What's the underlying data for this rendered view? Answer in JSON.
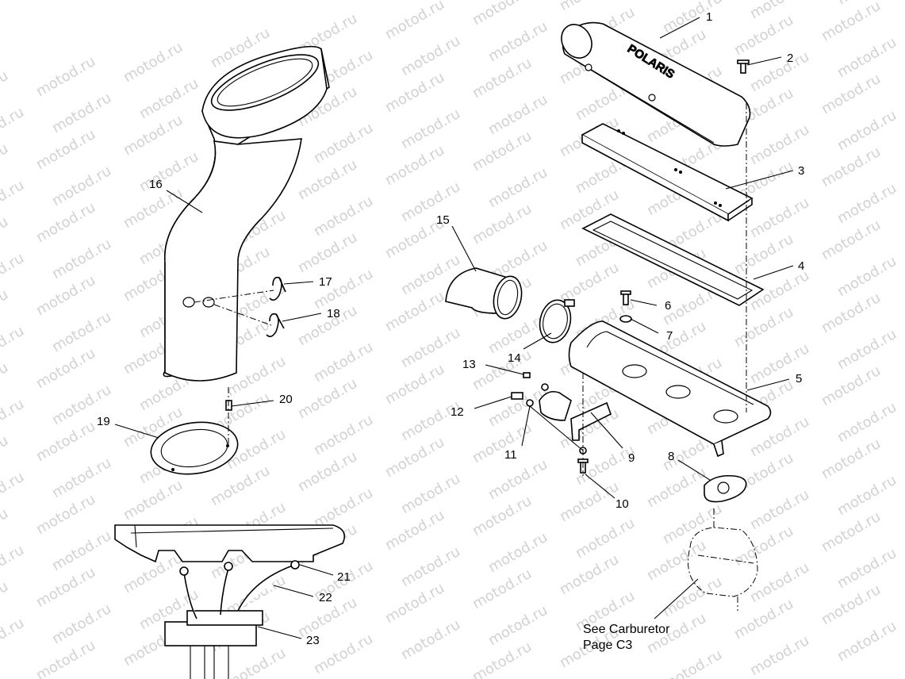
{
  "watermark": {
    "text": "motod.ru"
  },
  "callouts": [
    "1",
    "2",
    "3",
    "4",
    "5",
    "6",
    "7",
    "8",
    "9",
    "10",
    "11",
    "12",
    "13",
    "14",
    "15",
    "16",
    "17",
    "18",
    "19",
    "20",
    "21",
    "22",
    "23"
  ],
  "part_emboss": "POLARIS",
  "note": {
    "line1": "See Carburetor",
    "line2": "Page C3"
  }
}
